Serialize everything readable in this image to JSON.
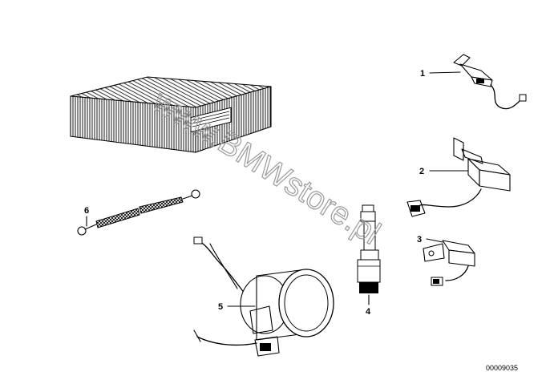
{
  "diagram": {
    "parts": [
      {
        "id": "1",
        "label": "1"
      },
      {
        "id": "2",
        "label": "2"
      },
      {
        "id": "3",
        "label": "3"
      },
      {
        "id": "4",
        "label": "4"
      },
      {
        "id": "5",
        "label": "5"
      },
      {
        "id": "6",
        "label": "6"
      }
    ],
    "reference_number": "00009035",
    "watermark": "www.BMWstore.pl"
  }
}
